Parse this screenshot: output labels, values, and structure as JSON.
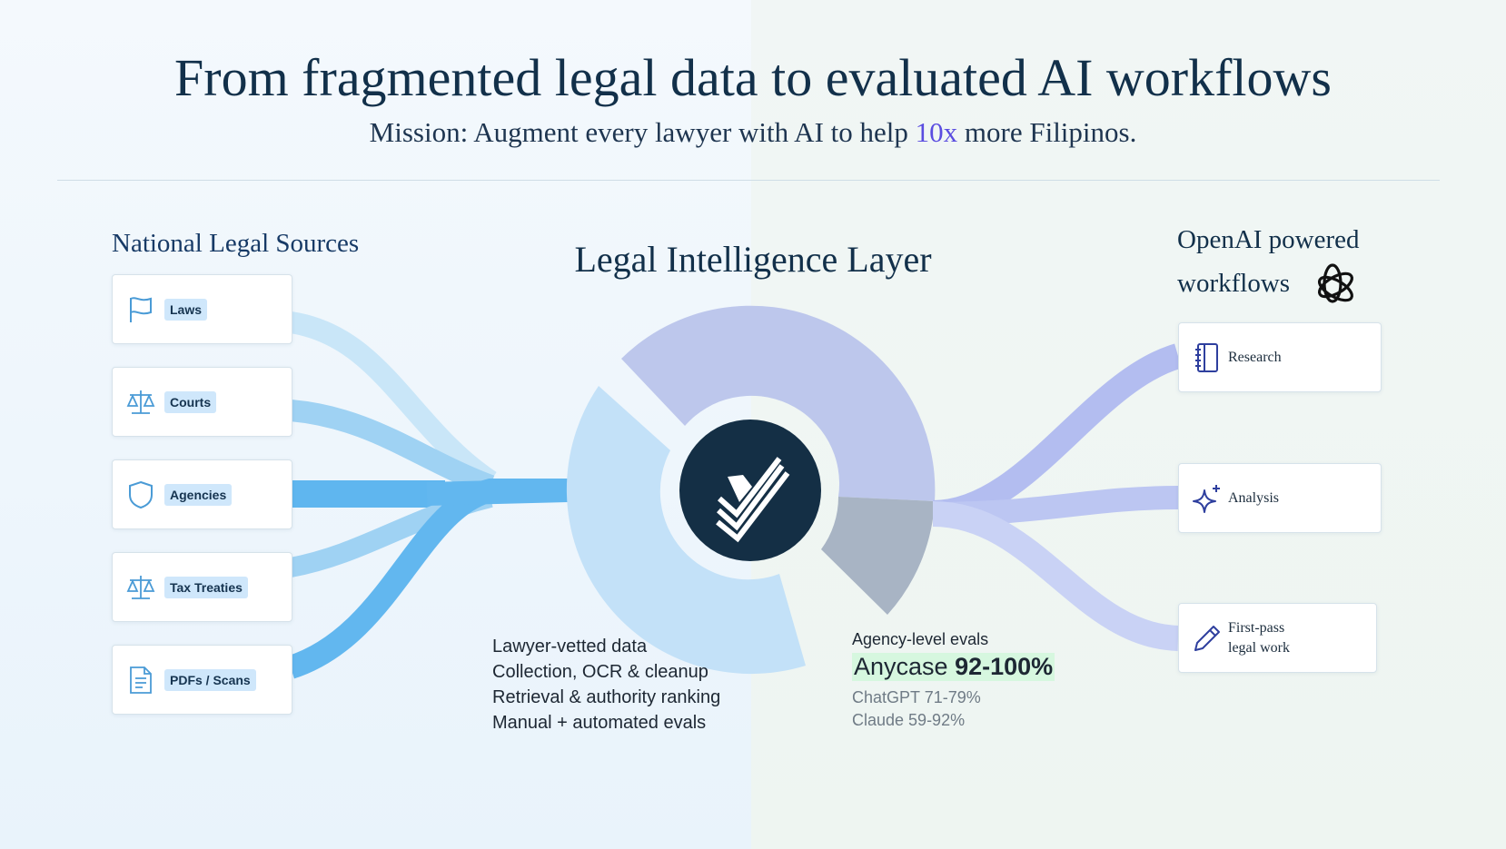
{
  "header": {
    "title": "From fragmented legal data to evaluated AI workflows",
    "subtitle_prefix": "Mission: Augment every lawyer with AI to help ",
    "subtitle_accent": "10x",
    "subtitle_suffix": " more Filipinos."
  },
  "sources": {
    "title": "National Legal Sources",
    "items": [
      {
        "label": "Laws",
        "icon": "flag-icon"
      },
      {
        "label": "Courts",
        "icon": "scales-icon"
      },
      {
        "label": "Agencies",
        "icon": "shield-icon"
      },
      {
        "label": "Tax Treaties",
        "icon": "scales-icon"
      },
      {
        "label": "PDFs / Scans",
        "icon": "document-icon"
      }
    ]
  },
  "layer": {
    "title": "Legal Intelligence Layer",
    "logo_icon": "anycase-check-logo",
    "pipeline": [
      "Lawyer-vetted data",
      "Collection, OCR & cleanup",
      "Retrieval & authority ranking",
      "Manual + automated evals"
    ],
    "evals": {
      "heading": "Agency-level evals",
      "anycase_name": "Anycase",
      "anycase_score": "92-100%",
      "others": [
        "ChatGPT 71-79%",
        "Claude 59-92%"
      ]
    }
  },
  "workflows": {
    "title_line1": "OpenAI powered",
    "title_line2": "workflows",
    "brand_icon": "openai-logo-icon",
    "items": [
      {
        "label": "Research",
        "icon": "notebook-icon"
      },
      {
        "label": "Analysis",
        "icon": "sparkle-icon"
      },
      {
        "label_line1": "First-pass",
        "label_line2": "legal work",
        "icon": "pencil-icon"
      }
    ]
  },
  "colors": {
    "navy": "#12304a",
    "accent_purple": "#5a4de0",
    "flow_blue": "#5bb3ee",
    "flow_light": "#bfe1f7",
    "flow_violet": "#aeb9ee",
    "highlight_green": "#d6f7df"
  }
}
